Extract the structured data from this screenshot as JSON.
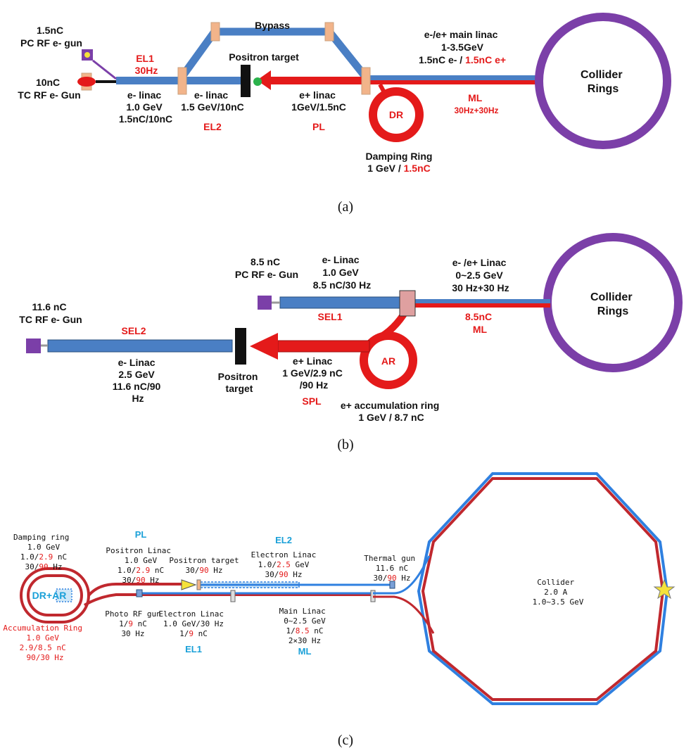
{
  "colors": {
    "electron": "#4a7fc4",
    "positron": "#e41a1a",
    "ring": "#7b3fa8",
    "red_text": "#e41a1a",
    "black_text": "#111111",
    "blue_text": "#1aa0d8",
    "dark_red": "#c0282e",
    "bright_blue": "#2f80e0",
    "bpm": "#f2b48a",
    "target": "#111111"
  },
  "panel_a": {
    "caption": "(a)",
    "pc_gun": [
      "1.5nC",
      "PC RF e- gun"
    ],
    "tc_gun": [
      "10nC",
      "TC RF e- Gun"
    ],
    "el1": [
      "EL1",
      "30Hz"
    ],
    "bypass": "Bypass",
    "positron_target": "Positron target",
    "main_linac": [
      "e-/e+ main linac",
      "1-3.5GeV"
    ],
    "main_linac_charge_a": "1.5nC e- / ",
    "main_linac_charge_b": "1.5nC e+",
    "collider": [
      "Collider",
      "Rings"
    ],
    "e_linac1": [
      "e- linac",
      "1.0 GeV",
      "1.5nC/10nC"
    ],
    "e_linac2": [
      "e- linac",
      "1.5 GeV/10nC"
    ],
    "el2": "EL2",
    "p_linac": [
      "e+ linac",
      "1GeV/1.5nC"
    ],
    "pl": "PL",
    "dr": "DR",
    "ml": [
      "ML",
      "30Hz+30Hz"
    ],
    "damping_ring": "Damping Ring",
    "damping_ring_spec_a": "1 GeV / ",
    "damping_ring_spec_b": "1.5nC"
  },
  "panel_b": {
    "caption": "(b)",
    "pc_gun": [
      "8.5 nC",
      "PC RF e- Gun"
    ],
    "e_linac1": [
      "e- Linac",
      "1.0 GeV",
      "8.5 nC/30 Hz"
    ],
    "main_linac": [
      "e- /e+ Linac",
      "0~2.5 GeV",
      "30 Hz+30 Hz"
    ],
    "collider": [
      "Collider",
      "Rings"
    ],
    "tc_gun": [
      "11.6 nC",
      "TC RF e- Gun"
    ],
    "sel2": "SEL2",
    "sel1": "SEL1",
    "ml": [
      "8.5nC",
      "ML"
    ],
    "e_linac2": [
      "e- Linac",
      "2.5 GeV",
      "11.6 nC/90",
      "Hz"
    ],
    "positron_target": [
      "Positron",
      "target"
    ],
    "p_linac": [
      "e+ Linac",
      "1 GeV/2.9 nC",
      "/90 Hz"
    ],
    "spl": "SPL",
    "ar": "AR",
    "acc_ring": [
      "e+ accumulation ring",
      "1 GeV / 8.7 nC"
    ]
  },
  "panel_c": {
    "caption": "(c)",
    "damping_ring": [
      "Damping ring",
      "1.0 GeV"
    ],
    "damping_ring_charge": [
      "1.0/",
      "2.9",
      " nC"
    ],
    "damping_ring_rate": [
      "30/",
      "90",
      " Hz"
    ],
    "pl": "PL",
    "positron_linac": [
      "Positron Linac",
      "1.0 GeV"
    ],
    "positron_linac_charge": [
      "1.0/",
      "2.9",
      " nC"
    ],
    "positron_linac_rate": [
      "30/",
      "90",
      " Hz"
    ],
    "positron_target": "Positron target",
    "positron_target_rate": [
      "30/",
      "90",
      " Hz"
    ],
    "el2": "EL2",
    "electron_linac2": "Electron Linac",
    "electron_linac2_energy": [
      "1.0/",
      "2.5",
      " GeV"
    ],
    "electron_linac2_rate": [
      "30/",
      "90",
      " Hz"
    ],
    "thermal_gun": [
      "Thermal gun",
      "11.6 nC"
    ],
    "thermal_gun_rate": [
      "30/",
      "90",
      " Hz"
    ],
    "collider": [
      "Collider",
      "2.0 A",
      "1.0~3.5 GeV"
    ],
    "dr_ar": [
      "DR+",
      "AR"
    ],
    "acc_ring": [
      "Accumulation Ring",
      "1.0 GeV",
      "2.9/8.5 nC",
      "90/30 Hz"
    ],
    "photo_gun": "Photo RF gun",
    "photo_gun_charge": [
      "1/",
      "9",
      " nC"
    ],
    "photo_gun_rate": "30 Hz",
    "electron_linac1": [
      "Electron Linac",
      "1.0 GeV/30 Hz"
    ],
    "electron_linac1_charge": [
      "1/",
      "9",
      " nC"
    ],
    "el1": "EL1",
    "main_linac": [
      "Main Linac",
      "0~2.5 GeV"
    ],
    "main_linac_charge": [
      "1/",
      "8.5",
      " nC"
    ],
    "main_linac_rate": "2×30 Hz",
    "ml": "ML"
  }
}
